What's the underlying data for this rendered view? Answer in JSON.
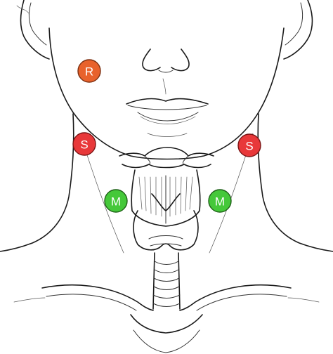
{
  "markers": [
    {
      "id": "r",
      "label": "R",
      "fill": "#e8622c",
      "stroke": "#7a2e10"
    },
    {
      "id": "s-left",
      "label": "S",
      "fill": "#e8383a",
      "stroke": "#7a1414"
    },
    {
      "id": "s-right",
      "label": "S",
      "fill": "#e8383a",
      "stroke": "#7a1414"
    },
    {
      "id": "m-left",
      "label": "M",
      "fill": "#45c83a",
      "stroke": "#1d5e16"
    },
    {
      "id": "m-right",
      "label": "M",
      "fill": "#45c83a",
      "stroke": "#1d5e16"
    }
  ]
}
